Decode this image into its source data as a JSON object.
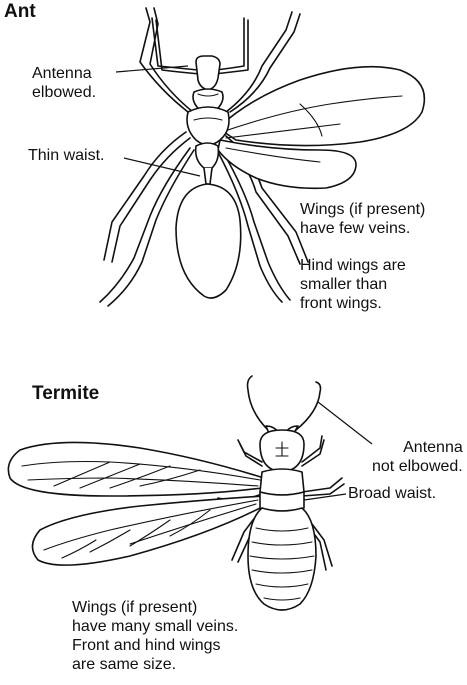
{
  "ant": {
    "title": "Ant",
    "labels": {
      "antenna": "Antenna\nelbowed.",
      "waist": "Thin waist.",
      "wings": "Wings (if present)\nhave few veins.",
      "hind_wings": "Hind wings are\nsmaller than\nfront wings."
    }
  },
  "termite": {
    "title": "Termite",
    "labels": {
      "antenna": "Antenna\nnot elbowed.",
      "waist": "Broad waist.",
      "wings": "Wings (if present)\nhave many small veins.\nFront and hind wings\nare same size."
    }
  }
}
